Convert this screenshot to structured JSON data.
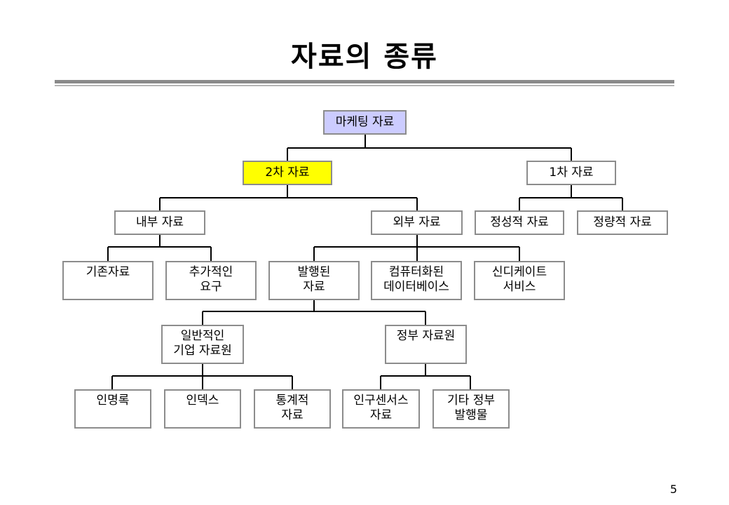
{
  "title": "자료의 종류",
  "page_number": "5",
  "nodes": {
    "marketing": "마케팅 자료",
    "secondary": "2차 자료",
    "primary": "1차 자료",
    "internal": "내부 자료",
    "external": "외부 자료",
    "qualitative": "정성적 자료",
    "quantitative": "정량적 자료",
    "existing": "기존자료",
    "additional": "추가적인\n요구",
    "published": "발행된\n자료",
    "computerized": "컴퓨터화된\n데이터베이스",
    "syndicated": "신디케이트\n서비스",
    "general_business": "일반적인\n기업 자료원",
    "government": "정부 자료원",
    "directory": "인명록",
    "index": "인덱스",
    "statistics": "통계적\n자료",
    "census": "인구센서스\n자료",
    "other_gov": "기타 정부\n발행물"
  },
  "colors": {
    "root_fill": "#ccccff",
    "highlight_fill": "#ffff00",
    "border": "#8c8c8c",
    "connector": "#000000"
  }
}
